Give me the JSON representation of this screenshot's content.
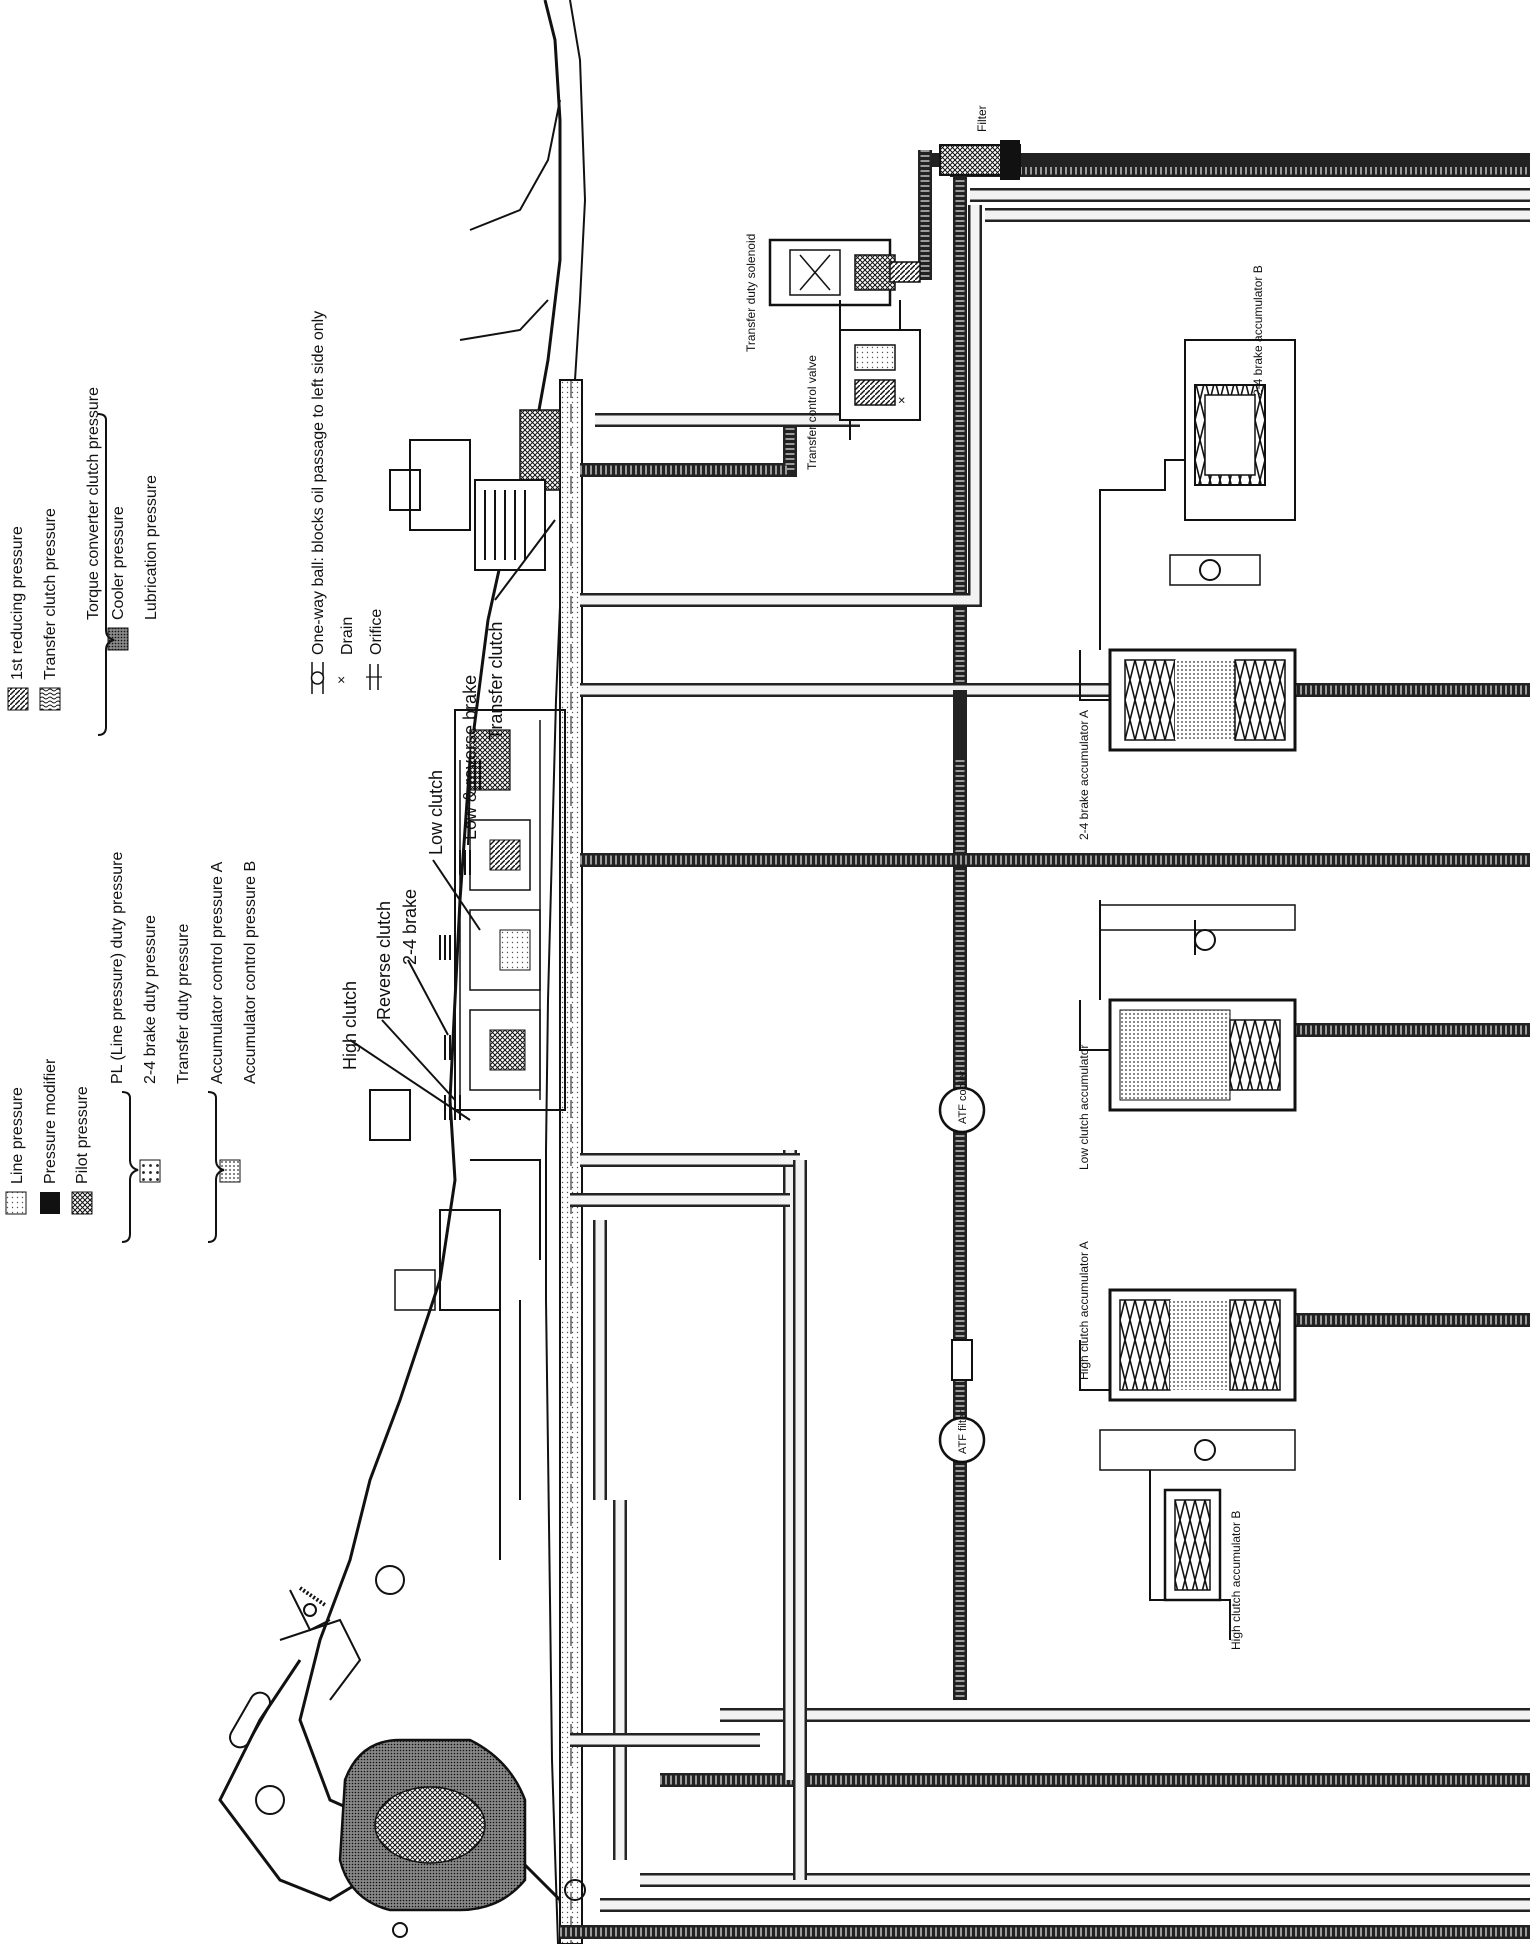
{
  "legend": {
    "items": [
      {
        "label": "Line pressure",
        "pattern": "light-dots"
      },
      {
        "label": "Pressure modifier",
        "pattern": "solid-black"
      },
      {
        "label": "Pilot pressure",
        "pattern": "crosshatch"
      },
      {
        "label": "PL (Line pressure) duty pressure",
        "pattern": "none"
      },
      {
        "label": "2-4 brake duty pressure",
        "pattern": "coarse-dots"
      },
      {
        "label": "Transfer duty pressure",
        "pattern": "none"
      },
      {
        "label": "Accumulator control pressure A",
        "pattern": "none"
      },
      {
        "label": "Accumulator control pressure B",
        "pattern": "fine-dots"
      },
      {
        "label": "1st reducing pressure",
        "pattern": "diagonal"
      },
      {
        "label": "Transfer clutch pressure",
        "pattern": "wavy"
      },
      {
        "label": "Torque converter clutch pressure",
        "pattern": "none"
      },
      {
        "label": "Cooler pressure",
        "pattern": "dense-dots"
      },
      {
        "label": "Lubrication pressure",
        "pattern": "none"
      }
    ],
    "symbols": [
      {
        "label": "One-way ball: blocks oil passage to left side only",
        "symbol": "ball-valve-icon"
      },
      {
        "label": "Drain",
        "symbol": "drain-x-icon"
      },
      {
        "label": "Orifice",
        "symbol": "orifice-icon"
      }
    ]
  },
  "component_labels": {
    "high_clutch": "High clutch",
    "reverse_clutch": "Reverse clutch",
    "brake_2_4": "2-4 brake",
    "low_clutch": "Low clutch",
    "low_reverse_brake": "Low & reverse brake",
    "transfer_clutch": "Transfer clutch",
    "filter": "Filter",
    "transfer_duty_solenoid": "Transfer duty solenoid",
    "transfer_control_valve": "Transfer control valve",
    "brake_2_4_accumulator_b": "2-4 brake accumulator B",
    "brake_2_4_accumulator_a": "2-4 brake accumulator A",
    "low_clutch_accumulator": "Low clutch accumulator",
    "high_clutch_accumulator_a": "High clutch accumulator A",
    "high_clutch_accumulator_b": "High clutch accumulator B",
    "atf_cooler": "ATF cooler",
    "atf_filter": "ATF filter"
  },
  "symbols": {
    "drain": "×"
  },
  "colors": {
    "ink": "#111111",
    "paper": "#ffffff"
  }
}
